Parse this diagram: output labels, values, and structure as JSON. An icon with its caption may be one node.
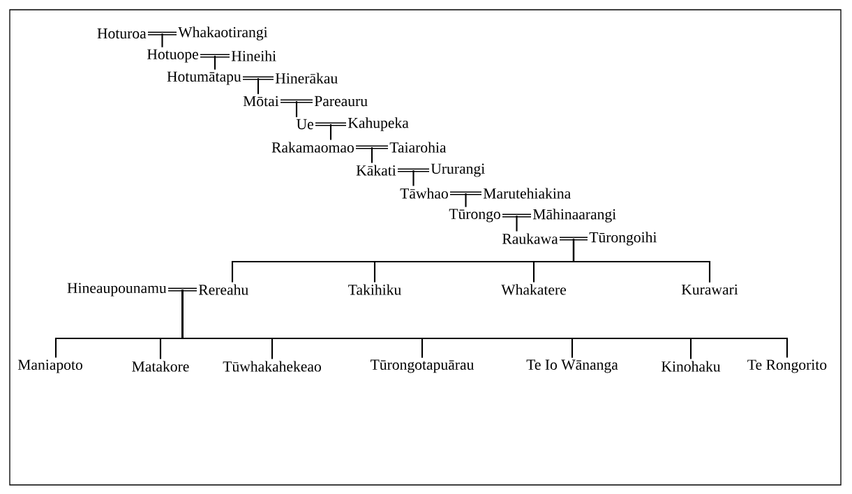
{
  "diagram": {
    "nodes": [
      {
        "text": [
          "Hoturoa"
        ]
      },
      {
        "text": [
          "Whakaotirangi"
        ]
      },
      {
        "text": [
          "Hotuope"
        ]
      },
      {
        "text": [
          "Hineihi"
        ]
      },
      {
        "text": [
          "Hotumātapu"
        ]
      },
      {
        "text": [
          "Hinerākau"
        ]
      },
      {
        "text": [
          "Mōtai"
        ]
      },
      {
        "text": [
          "Pareauru"
        ]
      },
      {
        "text": [
          "Ue"
        ]
      },
      {
        "text": [
          "Kahupeka"
        ]
      },
      {
        "text": [
          "Rakamaomao"
        ]
      },
      {
        "text": [
          "Taiarohia"
        ]
      },
      {
        "text": [
          "Kākati"
        ]
      },
      {
        "text": [
          "Ururangi"
        ]
      },
      {
        "text": [
          "Tāwhao"
        ]
      },
      {
        "text": [
          "Marutehiakina"
        ]
      },
      {
        "text": [
          "Tūrongo"
        ]
      },
      {
        "text": [
          "Māhinaarangi"
        ]
      },
      {
        "text": [
          "Raukawa"
        ]
      },
      {
        "text": [
          "Tūrongoihi"
        ]
      },
      {
        "text": [
          "Hineaupounamu"
        ]
      },
      {
        "text": [
          "Rereahu"
        ]
      },
      {
        "text": [
          "Takihiku"
        ]
      },
      {
        "text": [
          "Whakatere"
        ]
      },
      {
        "text": [
          "Kurawari"
        ]
      },
      {
        "text": [
          "Maniapoto"
        ]
      },
      {
        "text": [
          "Matakore"
        ]
      },
      {
        "text": [
          "Tūwhakahekeao"
        ]
      },
      {
        "text": [
          "Tūrongotapuārau"
        ]
      },
      {
        "text": [
          "Te Io Wānanga"
        ]
      },
      {
        "text": [
          "Kinohaku"
        ]
      },
      {
        "text": [
          "Te Rongorito"
        ]
      }
    ],
    "edges": [
      {
        "from": 0,
        "to": 1,
        "arrow": "none",
        "style": "thick"
      },
      {
        "from": 0,
        "to": 2,
        "arrow": "none"
      },
      {
        "from": 1,
        "to": 2,
        "arrow": "none"
      },
      {
        "from": 2,
        "to": 3,
        "arrow": "none",
        "style": "thick"
      },
      {
        "from": 2,
        "to": 4,
        "arrow": "none"
      },
      {
        "from": 3,
        "to": 4,
        "arrow": "none"
      },
      {
        "from": 4,
        "to": 5,
        "arrow": "none",
        "style": "thick"
      },
      {
        "from": 4,
        "to": 6,
        "arrow": "none"
      },
      {
        "from": 5,
        "to": 6,
        "arrow": "none"
      },
      {
        "from": 6,
        "to": 7,
        "arrow": "none",
        "style": "thick"
      },
      {
        "from": 6,
        "to": 8,
        "arrow": "none"
      },
      {
        "from": 7,
        "to": 8,
        "arrow": "none"
      },
      {
        "from": 8,
        "to": 9,
        "arrow": "none",
        "style": "thick"
      },
      {
        "from": 8,
        "to": 10,
        "arrow": "none"
      },
      {
        "from": 9,
        "to": 10,
        "arrow": "none"
      },
      {
        "from": 10,
        "to": 11,
        "arrow": "none",
        "style": "thick"
      },
      {
        "from": 10,
        "to": 12,
        "arrow": "none"
      },
      {
        "from": 11,
        "to": 12,
        "arrow": "none"
      },
      {
        "from": 12,
        "to": 13,
        "arrow": "none",
        "style": "thick"
      },
      {
        "from": 12,
        "to": 14,
        "arrow": "none"
      },
      {
        "from": 13,
        "to": 14,
        "arrow": "none"
      },
      {
        "from": 14,
        "to": 15,
        "arrow": "none",
        "style": "thick"
      },
      {
        "from": 14,
        "to": 16,
        "arrow": "none"
      },
      {
        "from": 15,
        "to": 16,
        "arrow": "none"
      },
      {
        "from": 16,
        "to": 17,
        "arrow": "none",
        "style": "thick"
      },
      {
        "from": 16,
        "to": 18,
        "arrow": "none"
      },
      {
        "from": 17,
        "to": 18,
        "arrow": "none"
      },
      {
        "from": 18,
        "to": 19,
        "arrow": "none",
        "style": "thick"
      },
      {
        "from": 18,
        "to": 21,
        "arrow": "none"
      },
      {
        "from": 19,
        "to": 21,
        "arrow": "none"
      },
      {
        "from": 18,
        "to": 22,
        "arrow": "none"
      },
      {
        "from": 19,
        "to": 22,
        "arrow": "none"
      },
      {
        "from": 18,
        "to": 23,
        "arrow": "none"
      },
      {
        "from": 19,
        "to": 23,
        "arrow": "none"
      },
      {
        "from": 18,
        "to": 24,
        "arrow": "none"
      },
      {
        "from": 19,
        "to": 24,
        "arrow": "none"
      },
      {
        "from": 20,
        "to": 21,
        "arrow": "none",
        "style": "thick"
      },
      {
        "from": 20,
        "to": 25,
        "arrow": "none"
      },
      {
        "from": 21,
        "to": 25,
        "arrow": "none"
      },
      {
        "from": 20,
        "to": 26,
        "arrow": "none"
      },
      {
        "from": 21,
        "to": 26,
        "arrow": "none"
      },
      {
        "from": 20,
        "to": 27,
        "arrow": "none"
      },
      {
        "from": 21,
        "to": 27,
        "arrow": "none"
      },
      {
        "from": 20,
        "to": 28,
        "arrow": "none"
      },
      {
        "from": 21,
        "to": 28,
        "arrow": "none"
      },
      {
        "from": 20,
        "to": 29,
        "arrow": "none"
      },
      {
        "from": 21,
        "to": 29,
        "arrow": "none"
      },
      {
        "from": 20,
        "to": 30,
        "arrow": "none"
      },
      {
        "from": 21,
        "to": 30,
        "arrow": "none"
      },
      {
        "from": 20,
        "to": 31,
        "arrow": "none"
      },
      {
        "from": 21,
        "to": 31,
        "arrow": "none"
      }
    ]
  }
}
